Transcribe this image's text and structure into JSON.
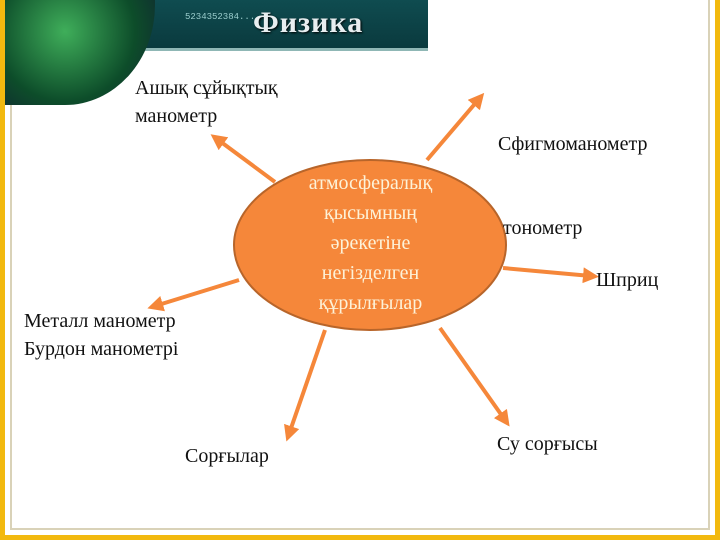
{
  "header": {
    "title": "Физика",
    "digits": "5234352384..."
  },
  "center": {
    "lines": [
      "атмосфералық",
      "қысымның",
      "әрекетіне",
      "негізделген",
      "құрылғылар"
    ]
  },
  "labels": {
    "liquid": [
      "Ашық сұйықтық",
      "манометр"
    ],
    "sphygmo": [
      "Сфигмоманометр",
      " тонометр"
    ],
    "syringe": "Шприц",
    "metal": [
      "Металл манометр",
      "Бурдон манометрі"
    ],
    "pumps": "Сорғылар",
    "water_pump": "Су сорғысы"
  },
  "colors": {
    "ellipse": "#f5873a",
    "arrow": "#f5873a",
    "border": "#f2b90f",
    "banner": "#0f4c50"
  }
}
